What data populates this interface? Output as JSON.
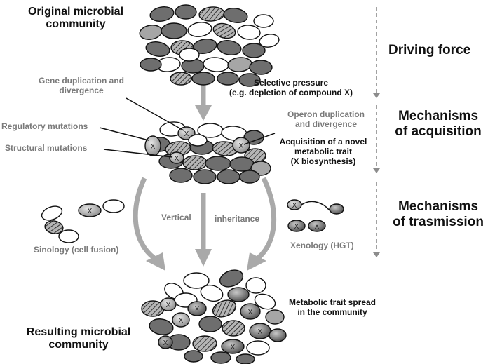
{
  "labels": {
    "original_community": [
      "Original microbial",
      "community"
    ],
    "gene_duplication": [
      "Gene duplication and",
      "divergence"
    ],
    "regulatory_mutations": "Regulatory mutations",
    "structural_mutations": "Structural mutations",
    "selective_pressure": [
      "Selective pressure",
      "(e.g. depletion of compound X)"
    ],
    "operon_duplication": [
      "Operon duplication",
      "and divergence"
    ],
    "acquisition_trait": [
      "Acquisition of a novel",
      "metabolic trait",
      "(X biosynthesis)"
    ],
    "vertical": "Vertical",
    "inheritance": "inheritance",
    "sinology": "Sinology (cell fusion)",
    "xenology": "Xenology (HGT)",
    "trait_spread": [
      "Metabolic trait spread",
      "in the community"
    ],
    "resulting_community": [
      "Resulting microbial",
      "community"
    ],
    "driving_force": "Driving force",
    "mechanisms_acquisition": [
      "Mechanisms",
      "of acquisition"
    ],
    "mechanisms_transmission": [
      "Mechanisms",
      "of trasmission"
    ],
    "cell_marker": "X"
  },
  "colors": {
    "arrow": "#a9a9a9",
    "dash": "#8c8c8c",
    "cell_dark": "#6e6e6e",
    "cell_mid": "#a6a6a6",
    "cell_light": "#ffffff",
    "outline": "#111111",
    "grey_text": "#7a7a7a"
  }
}
